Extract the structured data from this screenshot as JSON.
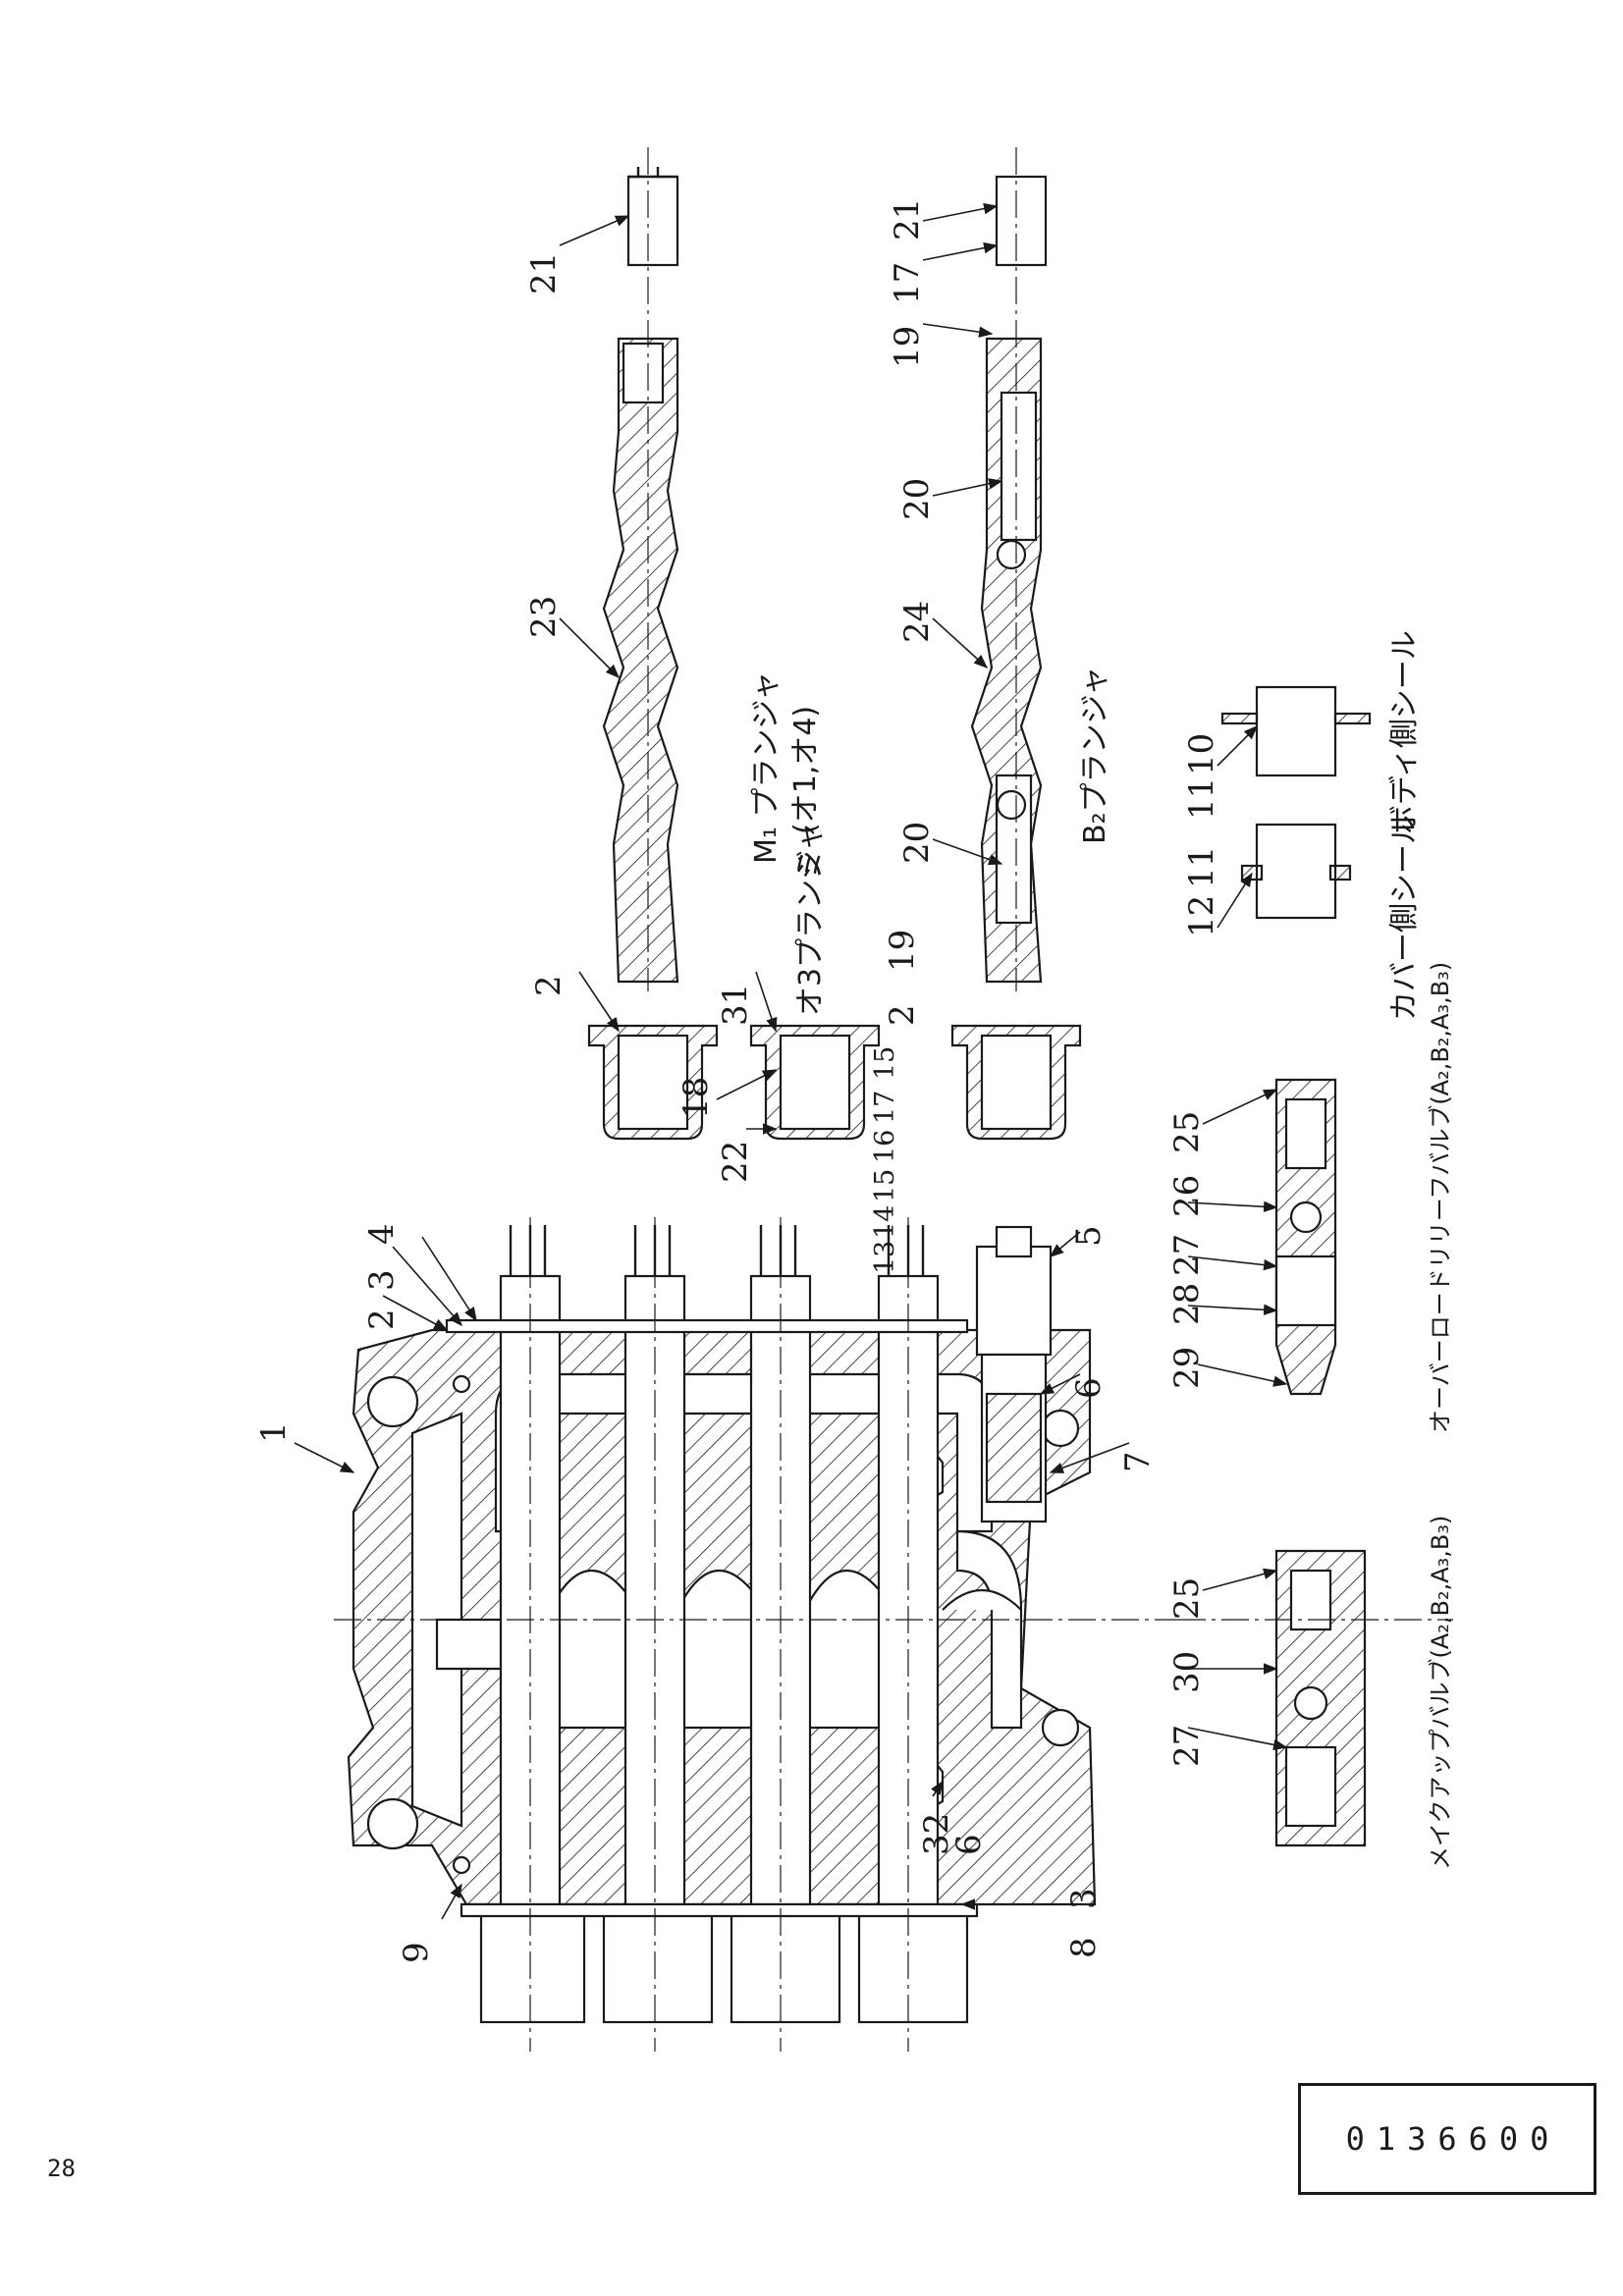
{
  "labels": {
    "p1": "1",
    "p2a": "2",
    "p2b": "2",
    "p2c": "2",
    "p3a": "3",
    "p3b": "3",
    "p4": "4",
    "p5": "5",
    "p6a": "6",
    "p6b": "6",
    "p7": "7",
    "p8": "8",
    "p9": "9",
    "p10": "10",
    "p11a": "11",
    "p11b": "11",
    "p12": "12",
    "p13": "13",
    "p14": "14",
    "p15a": "15",
    "p15b": "15",
    "p16": "16",
    "p17a": "17",
    "p17b": "17",
    "p18": "18",
    "p19a": "19",
    "p19b": "19",
    "p20a": "20",
    "p20b": "20",
    "p21a": "21",
    "p21b": "21",
    "p22": "22",
    "p23": "23",
    "p24": "24",
    "p25a": "25",
    "p25b": "25",
    "p26": "26",
    "p27a": "27",
    "p27b": "27",
    "p28": "28",
    "p29": "29",
    "p30": "30",
    "p31": "31",
    "p32": "32"
  },
  "captions": {
    "m1_plunger": "M₁ プランジャ",
    "m1_plunger_sub": "(オ1,オ4)",
    "b2_plunger": "B₂プランジャ",
    "no3_plunger": "オ3プランジャ",
    "no3_plunger_tail": "ミ",
    "body_side_seal": "ボディ側シール",
    "cover_side_seal": "カバー側シール",
    "overload_relief": "オーバーロードリリーフバルブ(A₂,B₂,A₃,B₃)",
    "makeup_valve": "メイクアップバルブ(A₂,B₂,A₃,B₃)"
  },
  "drawing_number": "0136600",
  "page_number": "28"
}
